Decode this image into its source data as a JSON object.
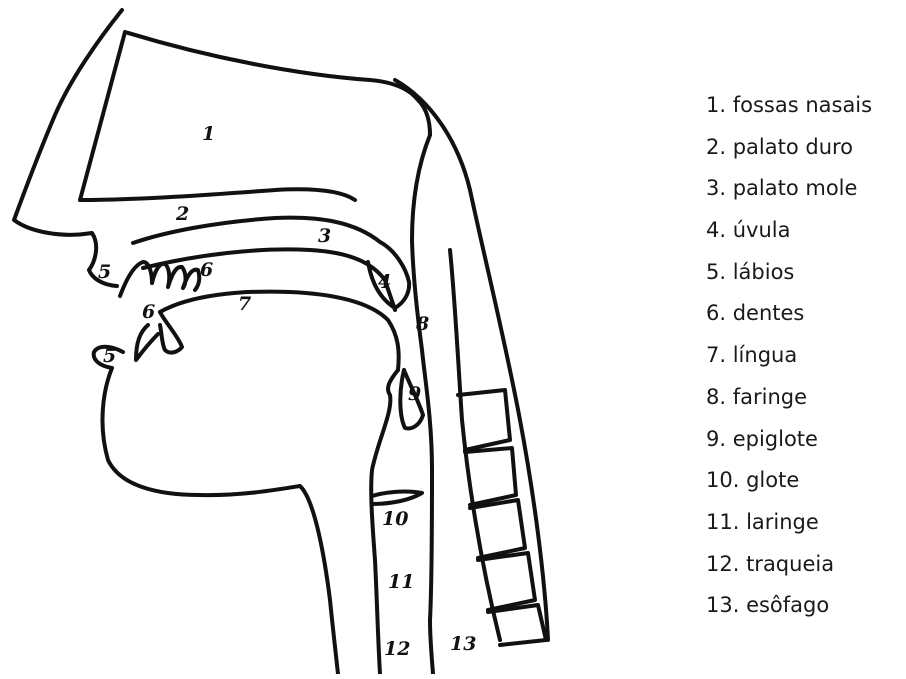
{
  "diagram": {
    "markers": [
      "1",
      "2",
      "3",
      "4",
      "5",
      "6",
      "6",
      "7",
      "8",
      "9",
      "5",
      "10",
      "11",
      "12",
      "13"
    ]
  },
  "legend": {
    "items": [
      "1. fossas nasais",
      "2. palato duro",
      "3. palato mole",
      "4. úvula",
      "5. lábios",
      "6. dentes",
      "7. língua",
      "8. faringe",
      "9. epiglote",
      "10. glote",
      "11. laringe",
      "12. traqueia",
      "13. esôfago"
    ]
  }
}
